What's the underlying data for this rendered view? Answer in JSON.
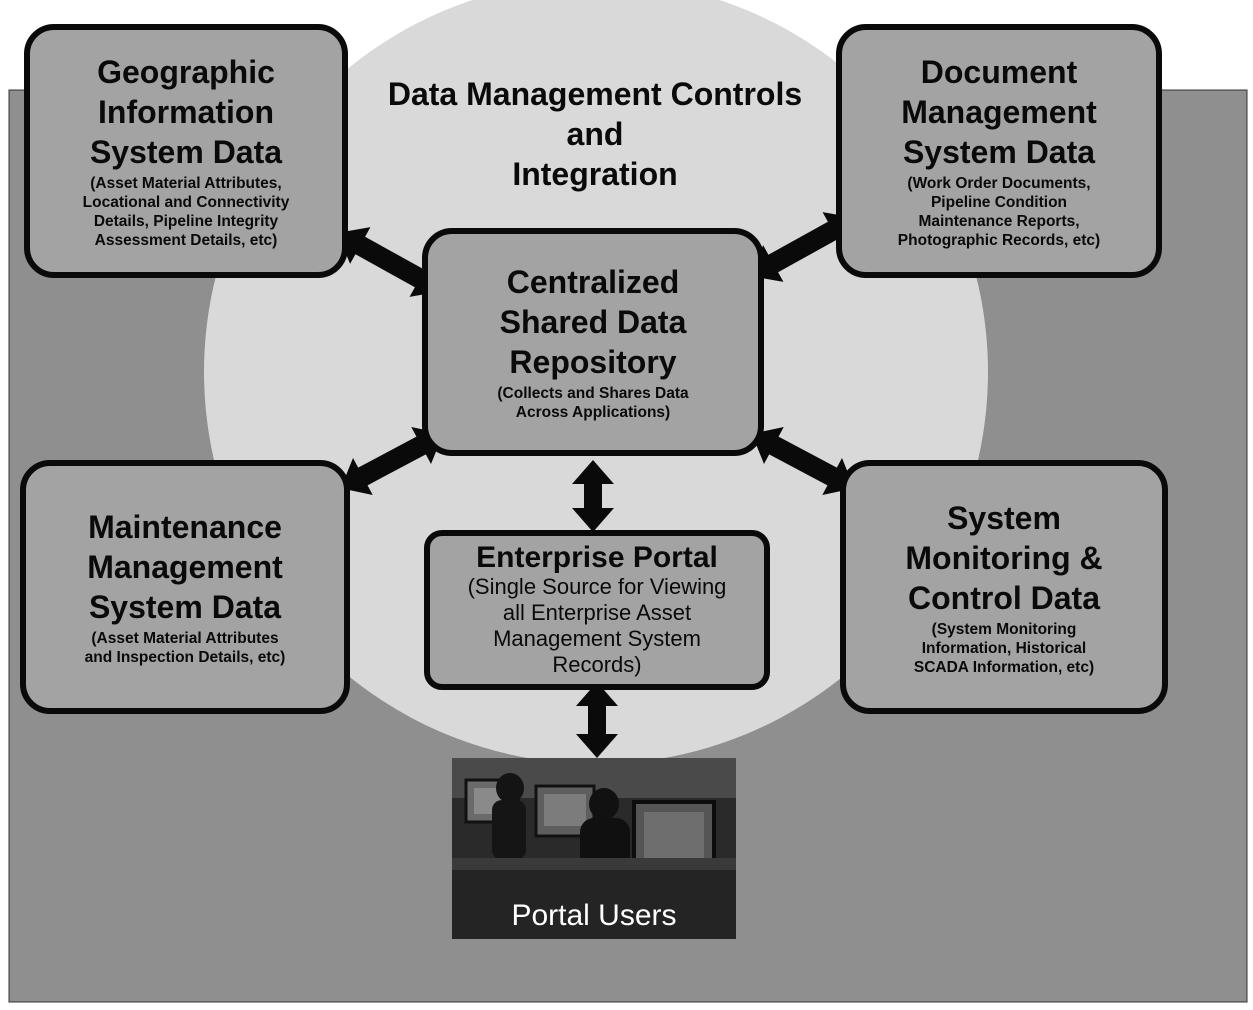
{
  "diagram": {
    "controls_label": "Data Management Controls\nand\nIntegration",
    "nodes": {
      "gis": {
        "title": "Geographic\nInformation\nSystem Data",
        "subtitle": "(Asset Material Attributes,\nLocational and Connectivity\nDetails, Pipeline Integrity\nAssessment Details, etc)"
      },
      "document": {
        "title": "Document\nManagement\nSystem Data",
        "subtitle": "(Work Order Documents,\nPipeline Condition\nMaintenance Reports,\nPhotographic Records, etc)"
      },
      "repository": {
        "title": "Centralized\nShared Data\nRepository",
        "subtitle": "(Collects and Shares Data\nAcross Applications)"
      },
      "maintenance": {
        "title": "Maintenance\nManagement\nSystem Data",
        "subtitle": "(Asset Material Attributes\nand Inspection Details, etc)"
      },
      "monitoring": {
        "title": "System\nMonitoring &\nControl Data",
        "subtitle": "(System Monitoring\nInformation, Historical\nSCADA Information, etc)"
      },
      "portal": {
        "title": "Enterprise Portal",
        "subtitle": "(Single Source for Viewing\nall Enterprise Asset\nManagement System\nRecords)"
      }
    },
    "photo_caption": "Portal Users",
    "colors": {
      "panel": "#8f8f8f",
      "circle": "#d9d9d9",
      "box_fill": "#a3a3a3",
      "outline": "#0a0a0a"
    }
  }
}
